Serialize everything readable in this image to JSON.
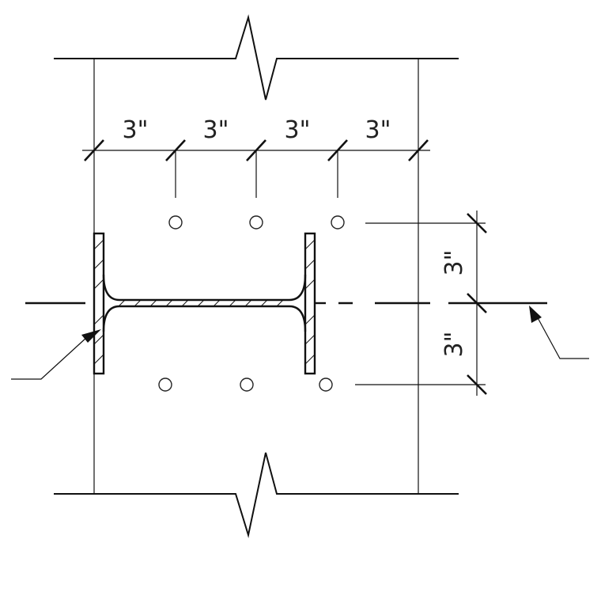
{
  "drawing": {
    "horizontal_spacing_labels": [
      "3\"",
      "3\"",
      "3\"",
      "3\""
    ],
    "vertical_spacing_labels": [
      "3\"",
      "3\""
    ],
    "bolt_rows": [
      {
        "row": "top",
        "count": 3
      },
      {
        "row": "bottom",
        "count": 3
      }
    ]
  }
}
